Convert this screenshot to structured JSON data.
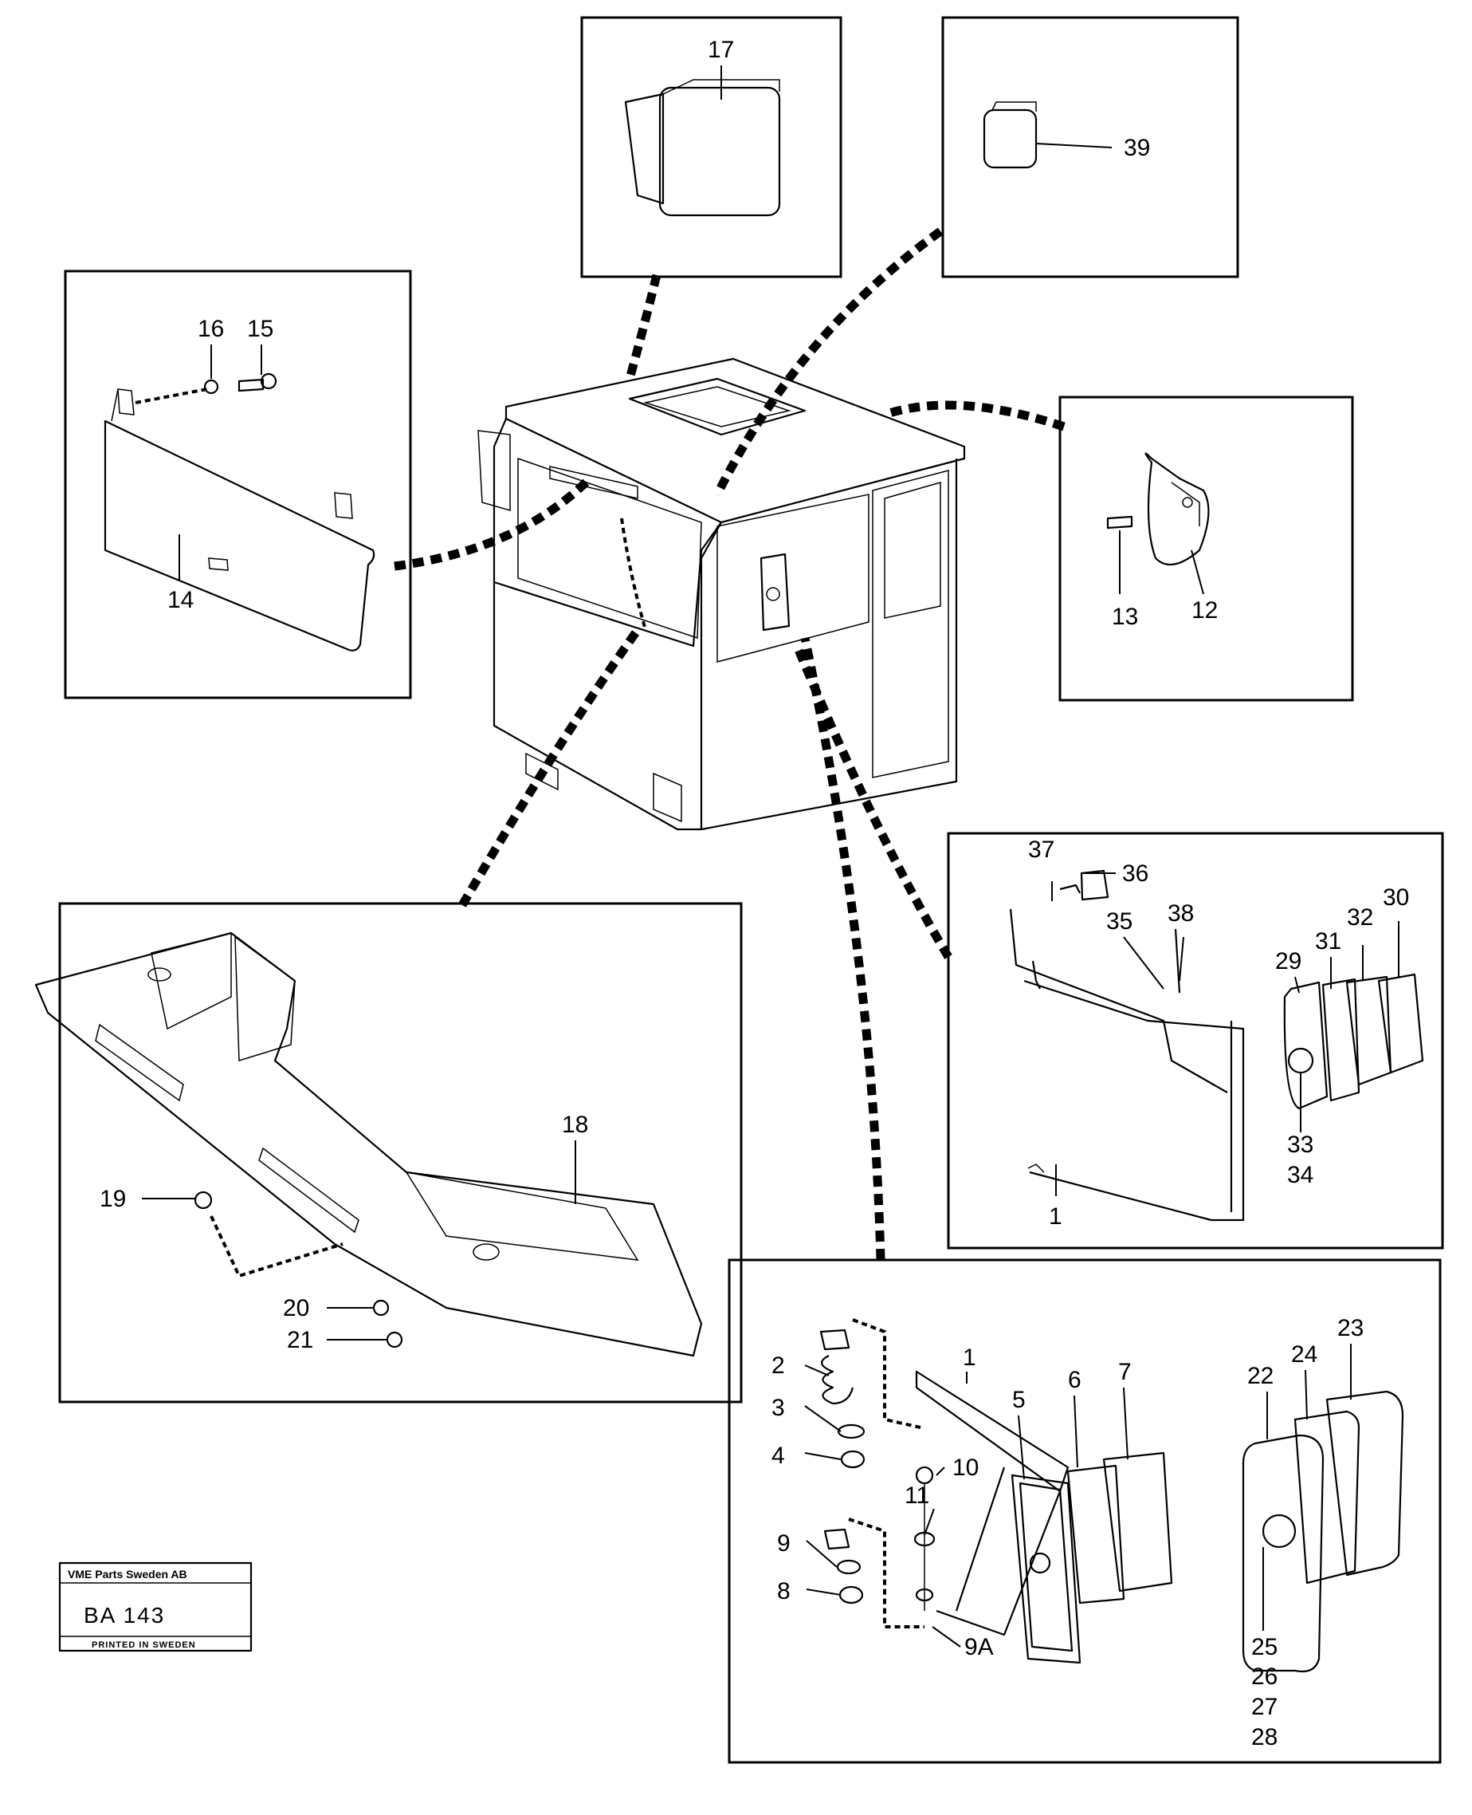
{
  "labels": {
    "l17": "17",
    "l39": "39",
    "l16": "16",
    "l15": "15",
    "l14": "14",
    "l13": "13",
    "l12": "12",
    "l18": "18",
    "l19": "19",
    "l20": "20",
    "l21": "21",
    "l37": "37",
    "l36": "36",
    "l35": "35",
    "l38": "38",
    "l30": "30",
    "l32": "32",
    "l31": "31",
    "l29": "29",
    "l33": "33",
    "l34": "34",
    "l1a": "1",
    "l2": "2",
    "l3": "3",
    "l4": "4",
    "l9": "9",
    "l8": "8",
    "l1b": "1",
    "l5": "5",
    "l6": "6",
    "l7": "7",
    "l10": "10",
    "l11": "11",
    "l9a": "9A",
    "l22": "22",
    "l24": "24",
    "l23": "23",
    "l25": "25",
    "l26": "26",
    "l27": "27",
    "l28": "28"
  },
  "stamp": {
    "company": "VME Parts Sweden AB",
    "code": "BA  143",
    "printed": "PRINTED IN SWEDEN"
  }
}
